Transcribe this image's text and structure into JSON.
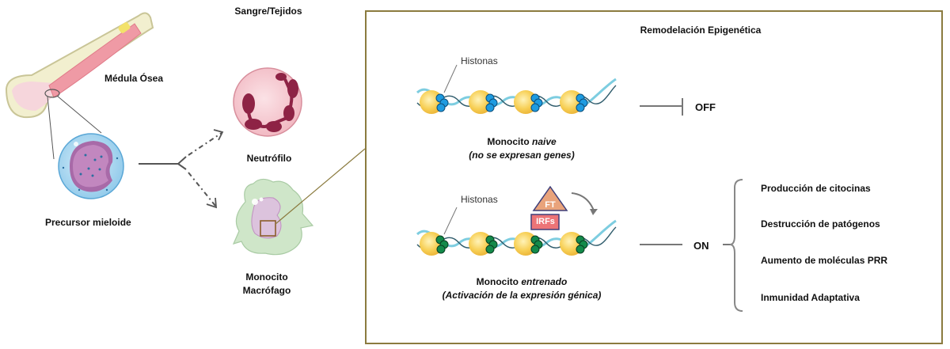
{
  "left": {
    "bone_label": "Médula Ósea",
    "precursor_label": "Precursor mieloide",
    "blood_label": "Sangre/Tejidos",
    "neutrophil_label": "Neutrófilo",
    "monocyte_label_1": "Monocito",
    "monocyte_label_2": "Macrófago"
  },
  "panel": {
    "title": "Remodelación Epigenética",
    "naive": {
      "histone_label": "Histonas",
      "caption_prefix": "Monocito ",
      "caption_italic": "naive",
      "caption_line2": "(no se expresan genes)",
      "state": "OFF"
    },
    "trained": {
      "histone_label": "Histonas",
      "ft_label": "FT",
      "irf_label": "IRFs",
      "caption_prefix": "Monocito ",
      "caption_italic": "entrenado",
      "caption_line2": "(Activación de la expresión génica)",
      "state": "ON",
      "outcomes": [
        "Producción de citocinas",
        "Destrucción de patógenos",
        "Aumento de moléculas PRR",
        "Inmunidad Adaptativa"
      ]
    }
  },
  "colors": {
    "box_border": "#8b7b3f",
    "nucleosome": "#f5c842",
    "histone_naive": "#1e9be0",
    "histone_trained": "#138a4a",
    "dna": "#7dcde0",
    "ft": "#e9a37b",
    "irf": "#ec7477"
  }
}
